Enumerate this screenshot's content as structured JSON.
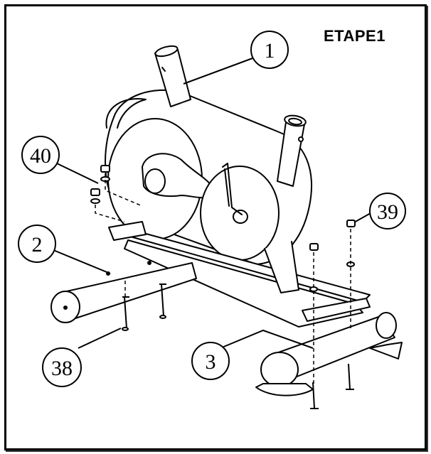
{
  "diagram": {
    "step_title": "ETAPE1",
    "callouts": [
      {
        "id": "part-1",
        "label": "1"
      },
      {
        "id": "part-40",
        "label": "40"
      },
      {
        "id": "part-39",
        "label": "39"
      },
      {
        "id": "part-2",
        "label": "2"
      },
      {
        "id": "part-38",
        "label": "38"
      },
      {
        "id": "part-3",
        "label": "3"
      }
    ]
  }
}
